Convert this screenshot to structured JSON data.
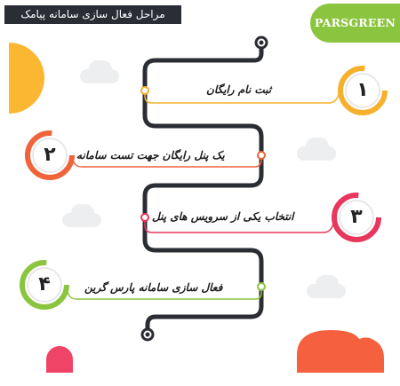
{
  "header": {
    "title": "مراحل فعال سازی سامانه پیامک",
    "brand": "PARSGREEN"
  },
  "steps": [
    {
      "number": "۱",
      "label": "ثبت نام رایگان",
      "color": "#f5b12e"
    },
    {
      "number": "۲",
      "label": "یک پنل رایگان جهت تست سامانه",
      "color": "#f0643c"
    },
    {
      "number": "۳",
      "label": "انتخاب یکی از سرویس های پنل",
      "color": "#e8365d"
    },
    {
      "number": "۴",
      "label": "فعال سازی سامانه پارس گرین",
      "color": "#8bc53f"
    }
  ]
}
